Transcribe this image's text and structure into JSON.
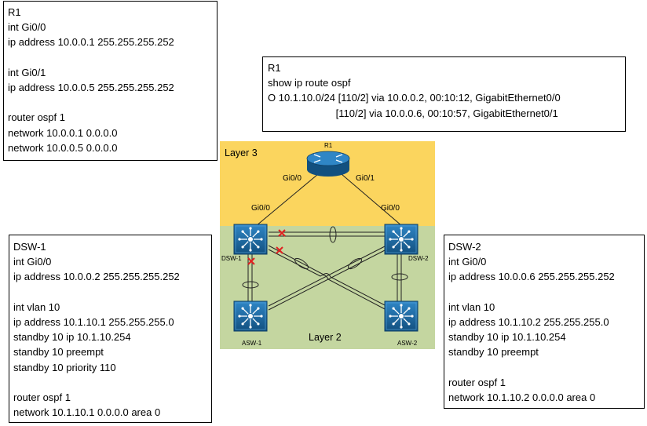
{
  "r1_config": {
    "lines": [
      "R1",
      "int Gi0/0",
      "ip address 10.0.0.1 255.255.255.252",
      "",
      "int Gi0/1",
      "ip address 10.0.0.5 255.255.255.252",
      "",
      "router ospf 1",
      "network 10.0.0.1 0.0.0.0",
      "network 10.0.0.5 0.0.0.0"
    ]
  },
  "route_output": {
    "lines": [
      "R1",
      "show ip route ospf",
      "O 10.1.10.0/24 [110/2] via 10.0.0.2, 00:10:12, GigabitEthernet0/0",
      "                        [110/2] via 10.0.0.6, 00:10:57, GigabitEthernet0/1"
    ]
  },
  "dsw1_config": {
    "lines": [
      "DSW-1",
      "int Gi0/0",
      "ip address 10.0.0.2 255.255.255.252",
      "",
      "int vlan 10",
      "ip address 10.1.10.1 255.255.255.0",
      "standby 10 ip 10.1.10.254",
      "standby 10 preempt",
      "standby 10 priority 110",
      "",
      "router ospf 1",
      "network 10.1.10.1 0.0.0.0 area 0"
    ]
  },
  "dsw2_config": {
    "lines": [
      "DSW-2",
      "int Gi0/0",
      "ip address 10.0.0.6 255.255.255.252",
      "",
      "int vlan 10",
      "ip address 10.1.10.2 255.255.255.0",
      "standby 10 ip 10.1.10.254",
      "standby 10 preempt",
      "",
      "router ospf 1",
      "network 10.1.10.2 0.0.0.0 area 0"
    ]
  },
  "diagram": {
    "layer3_label": "Layer 3",
    "layer2_label": "Layer 2",
    "router_label": "R1",
    "r1_gi00_label": "Gi0/0",
    "r1_gi01_label": "Gi0/1",
    "dsw1_gi00_label": "Gi0/0",
    "dsw2_gi00_label": "Gi0/0",
    "dsw1_label": "DSW-1",
    "dsw2_label": "DSW-2",
    "asw1_label": "ASW-1",
    "asw2_label": "ASW-2"
  },
  "colors": {
    "layer3_bg": "#fbd55e",
    "layer2_bg": "#c4d6a0",
    "device_blue": "#1f6fae",
    "blocked_x": "#e02020"
  }
}
